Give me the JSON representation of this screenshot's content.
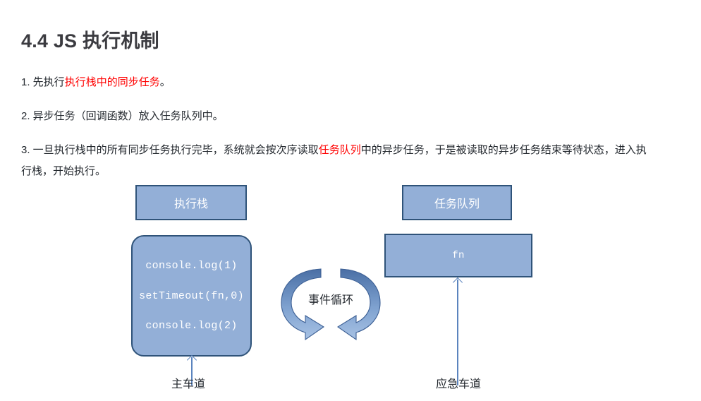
{
  "page": {
    "title": "4.4 JS 执行机制"
  },
  "steps": [
    {
      "prefix": "1. 先执行",
      "highlight": "执行栈中的同步任务",
      "suffix": "。"
    },
    {
      "prefix": "2. 异步任务（回调函数）放入任务队列中。",
      "highlight": "",
      "suffix": ""
    },
    {
      "prefix": "3. 一旦执行栈中的所有同步任务执行完毕，系统就会按次序读取",
      "highlight": "任务队列",
      "suffix": "中的异步任务，于是被读取的异步任务结束等待状态，进入执行栈，开始执行。"
    }
  ],
  "diagram": {
    "call_stack_header": "执行栈",
    "task_queue_header": "任务队列",
    "call_stack_code": [
      "console.log(1)",
      "setTimeout(fn,0)",
      "console.log(2)"
    ],
    "task_queue_code": "fn",
    "event_loop_label": "事件循环",
    "main_lane_label": "主车道",
    "emergency_lane_label": "应急车道"
  },
  "colors": {
    "node_fill": "#93afd7",
    "node_border": "#2f5379",
    "highlight_text": "#ff0000",
    "arrow": "#5b84be",
    "title_text": "#3b3b40",
    "body_text": "#24292f",
    "background": "#ffffff"
  }
}
